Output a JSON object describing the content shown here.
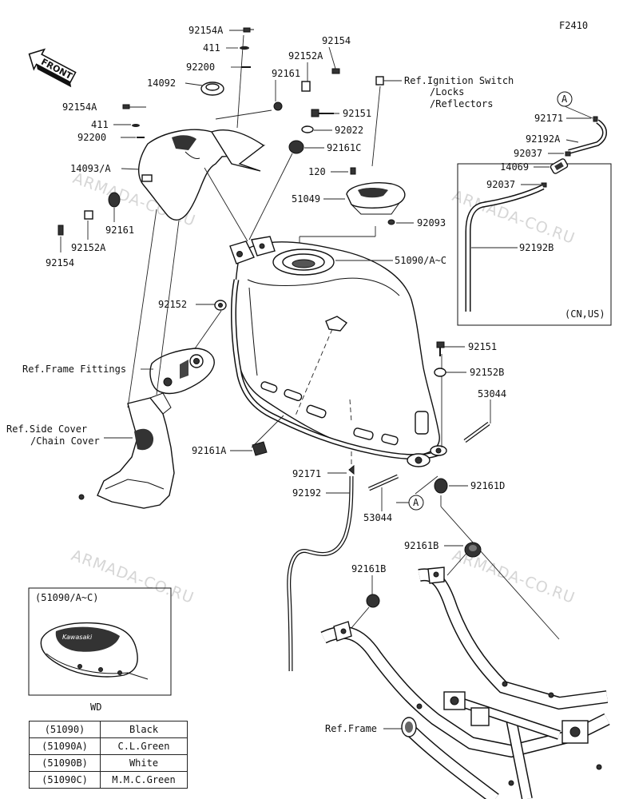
{
  "figure_code": "F2410",
  "front_label": "FRONT",
  "watermark": "ARMADA-CO.RU",
  "parts": {
    "p92154A_top": "92154A",
    "p411_top": "411",
    "p92154_tr": "92154",
    "p92152A_top": "92152A",
    "p92200_top": "92200",
    "p14092": "14092",
    "p92161_top": "92161",
    "p92154A_left": "92154A",
    "p411_left": "411",
    "p92200_left": "92200",
    "p14093A": "14093/A",
    "p92161_left": "92161",
    "p92152A_left": "92152A",
    "p92154_left": "92154",
    "p92151_top": "92151",
    "p92022": "92022",
    "p92161C": "92161C",
    "p120": "120",
    "p51049": "51049",
    "p92093": "92093",
    "p51090": "51090/A~C",
    "p92152_mid": "92152",
    "p92151_right": "92151",
    "p92152B": "92152B",
    "p53044_right": "53044",
    "p92161D": "92161D",
    "p92171_mid": "92171",
    "p92192": "92192",
    "p53044_bottom": "53044",
    "p92161A": "92161A",
    "p92161B_right": "92161B",
    "p92161B_left": "92161B",
    "p92171_box": "92171",
    "p92192A": "92192A",
    "p92037_a": "92037",
    "p14069": "14069",
    "p92037_b": "92037",
    "p92192B": "92192B"
  },
  "refs": {
    "ignition_1": "Ref.Ignition Switch",
    "ignition_2": "/Locks",
    "ignition_3": "/Reflectors",
    "frame_fittings": "Ref.Frame Fittings",
    "side_cover_1": "Ref.Side Cover",
    "side_cover_2": "/Chain Cover",
    "frame": "Ref.Frame"
  },
  "callouts": {
    "a_top": "A",
    "a_bottom": "A"
  },
  "cn_us_note": "(CN,US)",
  "inset": {
    "title": "(51090/A~C)",
    "caption": "WD",
    "emblem": "Kawasaki"
  },
  "color_table": [
    {
      "code": "(51090)",
      "color": "Black"
    },
    {
      "code": "(51090A)",
      "color": "C.L.Green"
    },
    {
      "code": "(51090B)",
      "color": "White"
    },
    {
      "code": "(51090C)",
      "color": "M.M.C.Green"
    }
  ]
}
